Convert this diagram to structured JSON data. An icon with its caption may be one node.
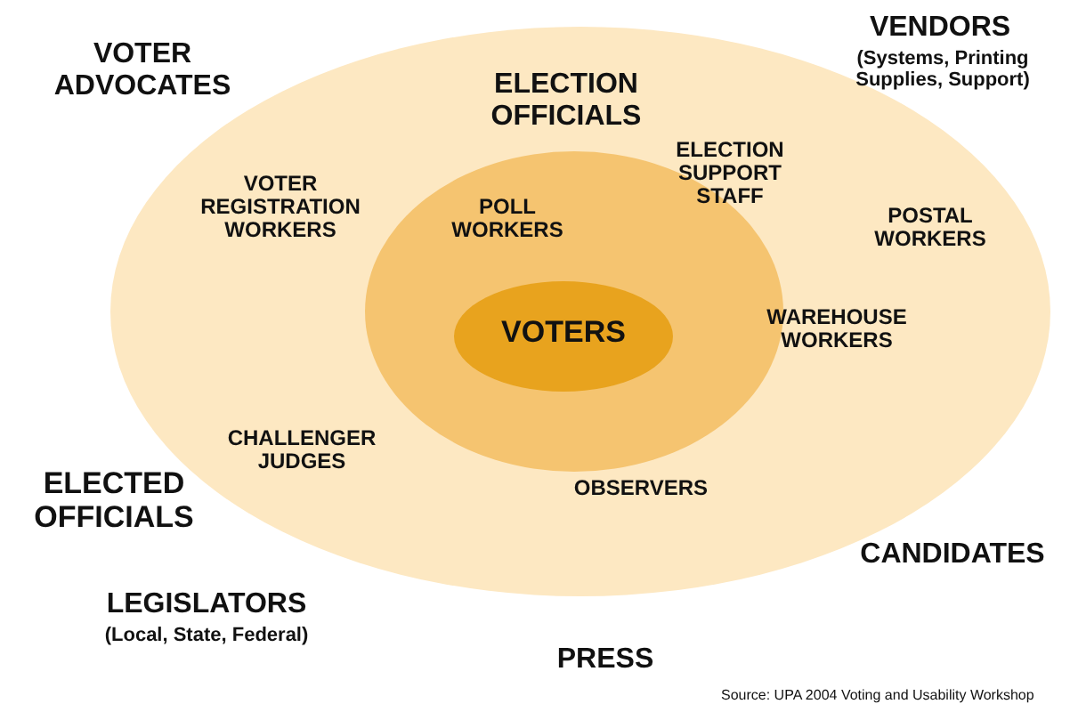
{
  "diagram": {
    "nodes": [
      {
        "text": [
          "ELECTION OFFICIALS"
        ]
      },
      {
        "text": [
          "POLL WORKERS"
        ],
        "in": 0
      },
      {
        "text": [
          "VOTERS"
        ],
        "in": 1
      }
    ],
    "labels": [
      "VOTER ADVOCATES",
      "VENDORS",
      "(Systems, Printing Supplies, Support)",
      "VOTER REGISTRATION WORKERS",
      "ELECTION SUPPORT STAFF",
      "POSTAL WORKERS",
      "WAREHOUSE WORKERS",
      "CHALLENGER JUDGES",
      "OBSERVERS",
      "ELECTED OFFICIALS",
      "CANDIDATES",
      "LEGISLATORS",
      "(Local, State, Federal)",
      "PRESS",
      "Source: UPA 2004 Voting and Usability Workshop"
    ]
  }
}
